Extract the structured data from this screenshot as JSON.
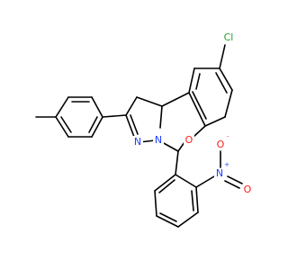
{
  "atoms": {
    "chlorine": {
      "text": "Cl",
      "color": "#23a023"
    },
    "ring_oxygen": {
      "text": "O",
      "color": "#ff1a1a"
    },
    "pyrazole_n1": {
      "text": "N",
      "color": "#1f3fff"
    },
    "pyrazole_n2": {
      "text": "N",
      "color": "#1f3fff"
    },
    "nitro_n": {
      "text": "N",
      "color": "#1f3fff",
      "charge": "+"
    },
    "nitro_o_single": {
      "text": "O",
      "color": "#ff1a1a",
      "charge": "-"
    },
    "nitro_o_double": {
      "text": "O",
      "color": "#ff1a1a"
    }
  },
  "colors": {
    "bond": "#000000",
    "background": "#ffffff"
  }
}
